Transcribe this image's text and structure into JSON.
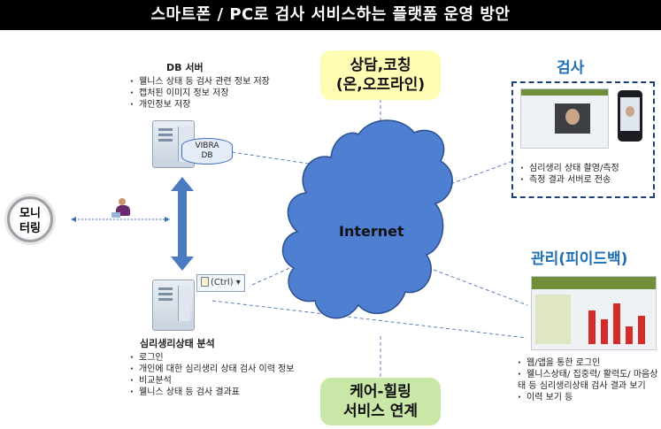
{
  "title": "스마트폰 / PC로 검사 서비스하는 플랫폼 운영 방안",
  "db_server": {
    "label": "DB 서버",
    "notes": [
      "웰니스 상태 등 검사 관련 정보 저장",
      "캡처된 이미지 정보 저장",
      "개인정보 저장"
    ],
    "db_tag": [
      "VIBRA",
      "DB"
    ]
  },
  "analysis_server": {
    "label": "심리생리상태 분석",
    "notes": [
      "로그인",
      "개인에 대한 심리생리 상태 검사 이력 정보",
      "비교분석",
      "웰니스 상태 등 검사 결과표"
    ],
    "paste_tag": "(Ctrl)"
  },
  "monitoring": {
    "label_line1": "모니",
    "label_line2": "터링"
  },
  "consult": {
    "line1": "상담,코칭",
    "line2": "(온,오프라인)"
  },
  "care": {
    "line1": "케어-힐링",
    "line2": "서비스 연계"
  },
  "internet": {
    "label": "Internet"
  },
  "test": {
    "heading": "검사",
    "notes": [
      "심리생리 상태 촬영/측정",
      "측정 결과 서버로 전송"
    ]
  },
  "manage": {
    "heading": "관리(피이드백)",
    "notes": [
      "웹/앱을 통한 로그인",
      "웰니스상태/ 집중력/ 활력도/ 마음상태 등 심리생리상태 검사 결과 보기",
      "이력 보기 등"
    ]
  },
  "colors": {
    "arrow_blue": "#4a7ac0",
    "cloud": "#4f7fd0",
    "yellow": "#fffdb4",
    "green": "#c9e7a6",
    "heading_blue": "#1f6fb5"
  }
}
